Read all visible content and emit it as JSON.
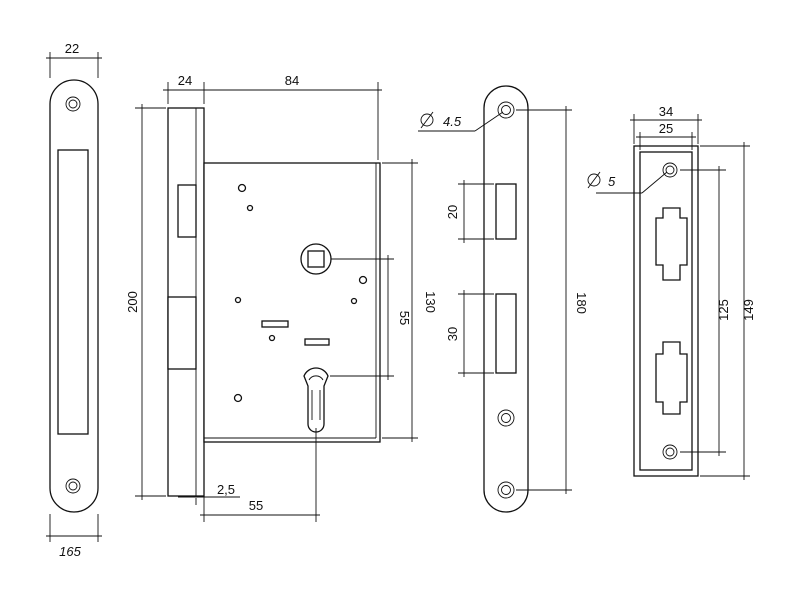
{
  "colors": {
    "line": "#111111",
    "background": "#ffffff"
  },
  "dimensions": {
    "faceplate_width": "22",
    "faceplate_length": "165",
    "backset_faceplate": "24",
    "case_width": "84",
    "overall_height": "200",
    "case_height": "130",
    "spindle_to_cylinder": "55",
    "plate_gap": "2,5",
    "backset": "55",
    "hole_diameter_plate": "4.5",
    "latch_opening": "20",
    "bolt_opening": "30",
    "strike_plate_length": "180",
    "hole_diameter_strike": "5",
    "strike_width": "34",
    "strike_inner_width": "25",
    "strike_hole_spacing": "125",
    "strike_length": "149"
  }
}
